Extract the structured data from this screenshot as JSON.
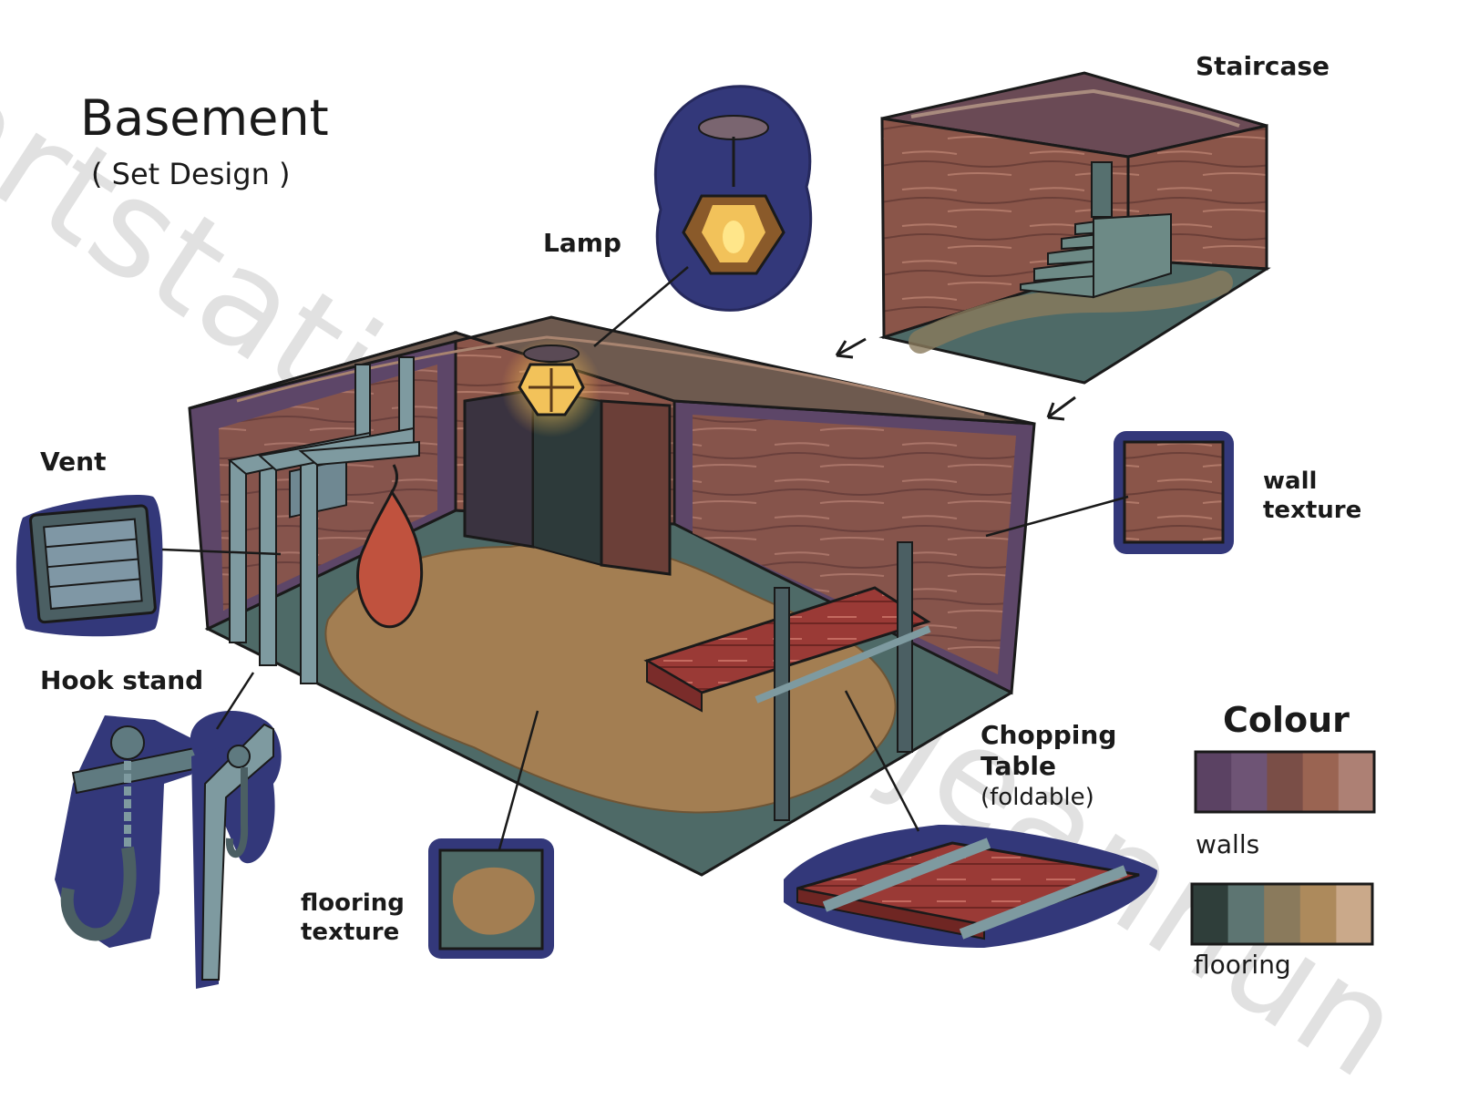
{
  "title": "Basement",
  "subtitle": "( Set Design )",
  "watermark": "artstation.com/bjeannun",
  "labels": {
    "staircase": "Staircase",
    "lamp": "Lamp",
    "vent": "Vent",
    "hook_stand": "Hook stand",
    "wall_texture_1": "wall",
    "wall_texture_2": "texture",
    "chopping_table_1": "Chopping",
    "chopping_table_2": "Table",
    "chopping_table_3": "(foldable)",
    "flooring_texture_1": "flooring",
    "flooring_texture_2": "texture"
  },
  "palette": {
    "title": "Colour",
    "walls_label": "walls",
    "flooring_label": "flooring",
    "walls_colors": [
      "#5b4263",
      "#6e5475",
      "#7a4e47",
      "#9a6452",
      "#ad8074"
    ],
    "flooring_colors": [
      "#2f3e3a",
      "#5d7572",
      "#8a7a5c",
      "#ad8a5c",
      "#caa98a"
    ]
  },
  "colors": {
    "wall_brown": "#8a5549",
    "wall_purple": "#5d4668",
    "floor_tan": "#a37e52",
    "floor_teal": "#4e6a67",
    "metal": "#7e9aa0",
    "outline_blue": "#33387a",
    "table_red": "#9a3a36",
    "lamp_glow": "#f2c25a"
  },
  "icons": [
    "lamp-icon",
    "vent-icon",
    "hook-icon",
    "staircase-scene",
    "chopping-table-icon"
  ]
}
